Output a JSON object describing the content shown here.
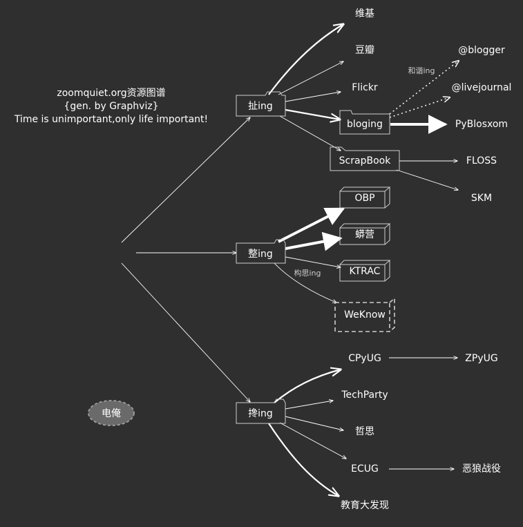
{
  "title": {
    "line1": "zoomquiet.org资源图谱",
    "line2": "{gen. by Graphviz}",
    "line3": "Time is unimportant,only life important!"
  },
  "nodes": {
    "n_zhe": "扯ing",
    "n_zheng": "整ing",
    "n_chan": "搀ing",
    "wiki": "维基",
    "douban": "豆瓣",
    "flickr": "Flickr",
    "bloging": "bloging",
    "scrapbook": "ScrapBook",
    "blogger": "@blogger",
    "livejournal": "@livejournal",
    "pyblosxom": "PyBlosxom",
    "floss": "FLOSS",
    "skm": "SKM",
    "obp": "OBP",
    "mangying": "蟒营",
    "ktrac": "KTRAC",
    "weknow": "WeKnow",
    "cpyug": "CPyUG",
    "zpyug": "ZPyUG",
    "techparty": "TechParty",
    "zhesi": "哲思",
    "ecug": "ECUG",
    "elangzhanyi": "恶狼战役",
    "jiaoyu": "教育大发现",
    "dianan": "电俺"
  },
  "edge_labels": {
    "hexie": "和谐ing",
    "gousi": "构思ing"
  }
}
